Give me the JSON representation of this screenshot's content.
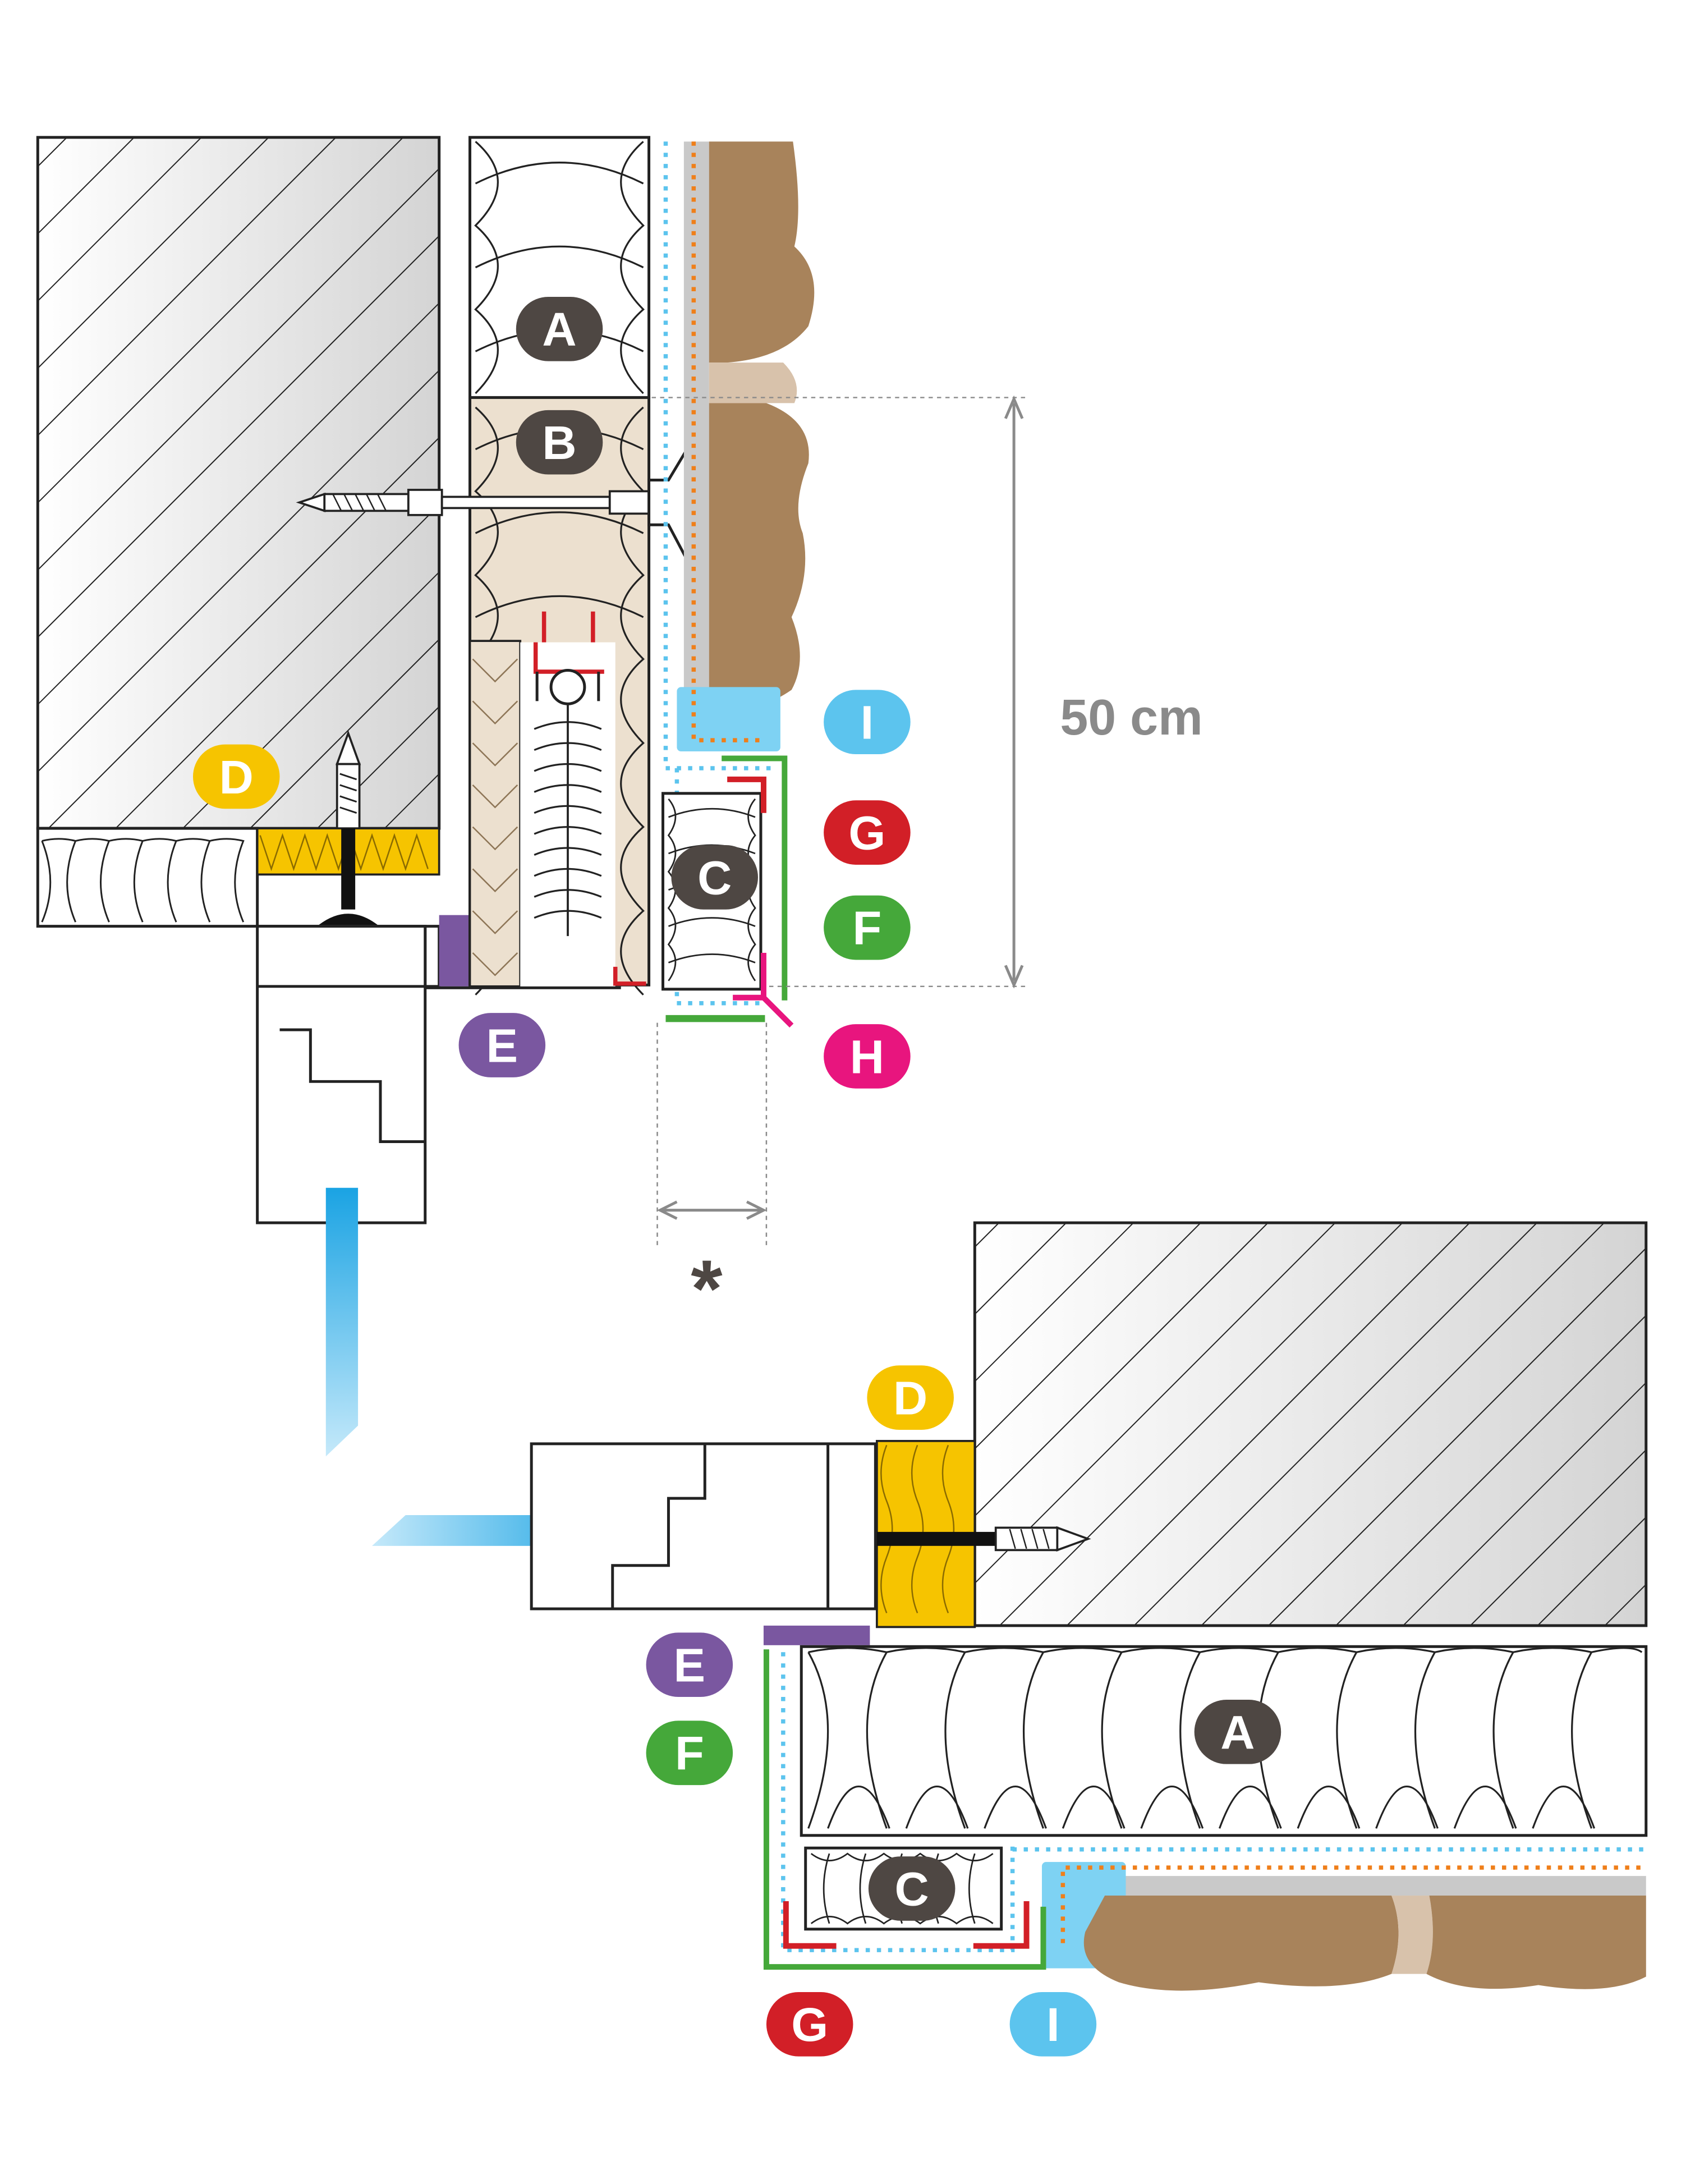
{
  "colors": {
    "badge_dark": "#4e4743",
    "badge_yellow": "#f6c400",
    "badge_purple": "#7a57a0",
    "badge_blue": "#5cc4ee",
    "badge_red": "#d21f27",
    "badge_green": "#45a83a",
    "badge_pink": "#e8157e",
    "render_brown": "#a8835b",
    "render_beige": "#d8c2ab",
    "soft_beige": "#ece0cf",
    "blue_layer": "#7ed2f3",
    "orange_dots": "#ef7f1a",
    "dim_grey": "#8a8a8a"
  },
  "icons": [
    "screw-fastener-icon",
    "insulation-anchor-icon",
    "roller-shutter-icon",
    "water-flow-arrow-icon"
  ],
  "labels": {
    "A_top": "A",
    "B_top": "B",
    "C_top": "C",
    "D_top": "D",
    "E_top": "E",
    "F_top": "F",
    "G_top": "G",
    "H_top": "H",
    "I_top": "I",
    "A_bot": "A",
    "C_bot": "C",
    "D_bot": "D",
    "E_bot": "E",
    "F_bot": "F",
    "G_bot": "G",
    "I_bot": "I"
  },
  "dimensions": {
    "height_label": "50 cm",
    "width_label": "*"
  }
}
